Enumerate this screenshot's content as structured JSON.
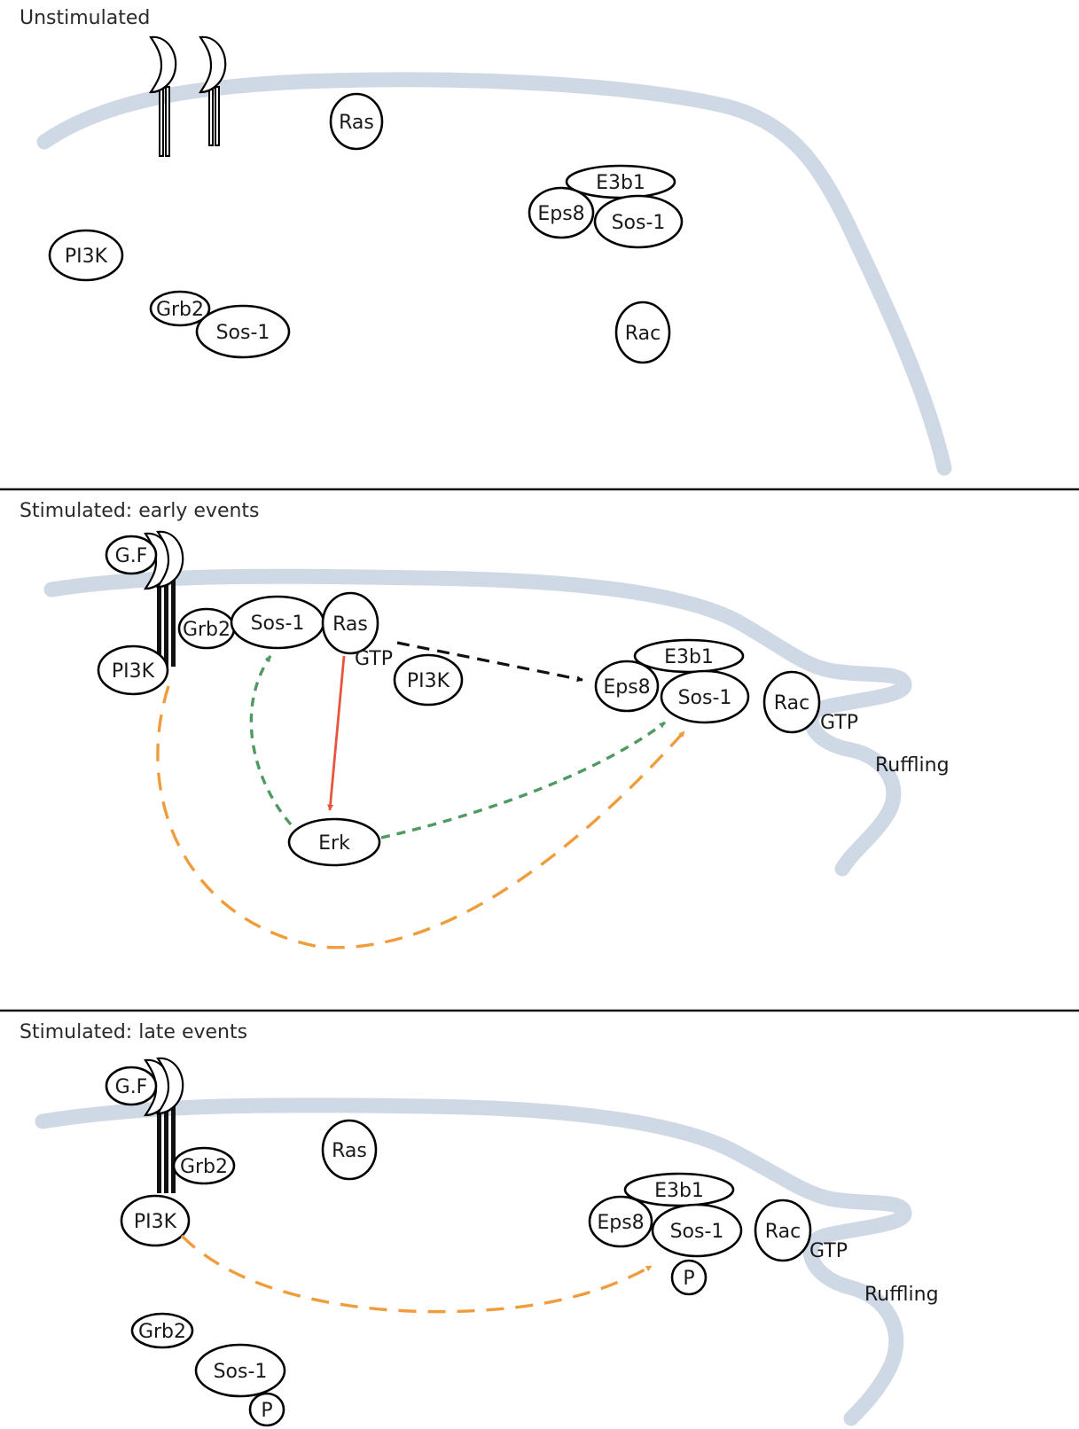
{
  "panels": {
    "unstimulated": {
      "title": "Unstimulated",
      "labels": {
        "ras": "Ras",
        "e3b1": "E3b1",
        "eps8": "Eps8",
        "sos1_complex": "Sos-1",
        "pi3k": "PI3K",
        "grb2": "Grb2",
        "sos1_free": "Sos-1",
        "rac": "Rac"
      }
    },
    "early": {
      "title": "Stimulated: early events",
      "labels": {
        "gf": "G.F",
        "grb2": "Grb2",
        "sos1": "Sos-1",
        "ras": "Ras",
        "ras_gtp": "GTP",
        "pi3k_receptor": "PI3K",
        "pi3k_free": "PI3K",
        "e3b1": "E3b1",
        "eps8": "Eps8",
        "sos1_complex": "Sos-1",
        "rac": "Rac",
        "rac_gtp": "GTP",
        "ruffling": "Ruffling",
        "erk": "Erk"
      }
    },
    "late": {
      "title": "Stimulated: late events",
      "labels": {
        "gf": "G.F",
        "grb2_receptor": "Grb2",
        "pi3k": "PI3K",
        "ras": "Ras",
        "e3b1": "E3b1",
        "eps8": "Eps8",
        "sos1_complex": "Sos-1",
        "p_complex": "P",
        "rac": "Rac",
        "rac_gtp": "GTP",
        "ruffling": "Ruffling",
        "grb2_free": "Grb2",
        "sos1_free": "Sos-1",
        "p_free": "P"
      }
    }
  },
  "colors": {
    "membrane": "#cfd9e6",
    "ras_erk_arrow": "#e8553f",
    "erk_feedback_arrow": "#4f9a63",
    "pi3k_arrow": "#ef9d3c",
    "ras_eps8_arrow": "#111111",
    "outline": "#000000"
  }
}
